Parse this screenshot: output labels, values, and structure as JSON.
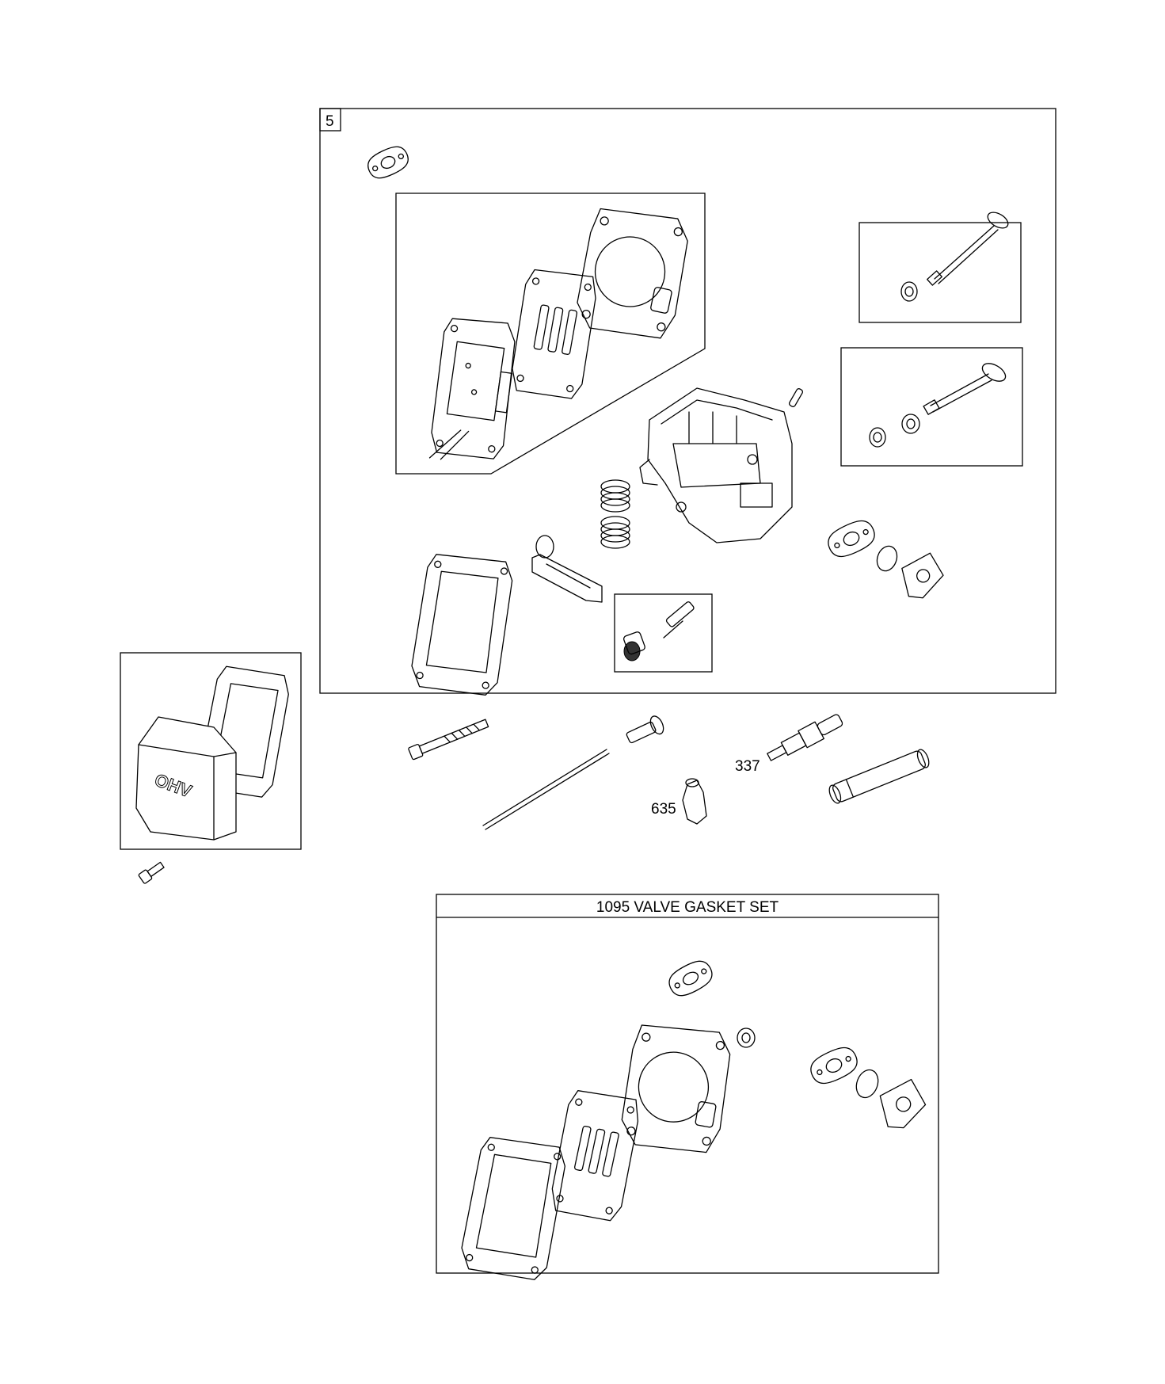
{
  "main_kit": {
    "number": "5"
  },
  "callouts": {
    "spark_plug": "337",
    "boot": "635"
  },
  "gasket_set": {
    "title": "1095 VALVE GASKET SET"
  }
}
